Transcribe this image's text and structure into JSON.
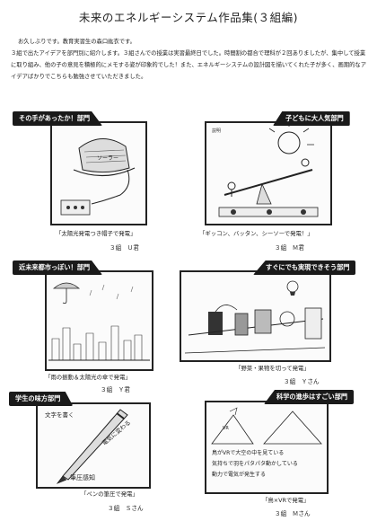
{
  "title": "未来のエネルギーシステム作品集(３組編)",
  "intro": {
    "line1": "お久しぶりです。教育実習生の森口紘衣です。",
    "line2": "３組で出たアイデアを部門別に紹介します。３組さんでの授業は実習最終日でした。時間割の都合で理科が２回ありましたが、集中して授業に取り組み、他の子の意見を積極的にメモする姿が印象的でした！また、エネルギーシステムの設計図を描いてくれた子が多く、画期的なアイデアばかりでこちらも勉強させていただきました。"
  },
  "works": [
    {
      "category": "その手があったか！部門",
      "caption": "「太陽光発電つき帽子で発電」",
      "credit": "３組　Ｕ君"
    },
    {
      "category": "子どもに大人気部門",
      "caption": "「ギッコン、バッタン、シーソーで発電！」",
      "credit": "３組　Ｍ君"
    },
    {
      "category": "近未来都市っぽい！部門",
      "caption": "「雨の振動＆太陽光の傘で発電」",
      "credit": "３組　Ｙ君"
    },
    {
      "category": "すぐにでも実現できそう部門",
      "caption": "「野菜・果物を切って発電」",
      "credit": "３組　Ｙさん"
    },
    {
      "category": "学生の味方部門",
      "caption": "「ペンの筆圧で発電」",
      "credit": "３組　Ｓさん"
    },
    {
      "category": "科学の進歩はすごい部門",
      "caption": "「鳥×VRで発電」",
      "credit": "３組　Ｍさん"
    }
  ],
  "drawing_text": {
    "hat_word": "ソーラー",
    "seesaw_label": "説明",
    "pen_left": "文字を書く",
    "pen_right": "電気に変わる",
    "pen_bottom": "筆圧感知",
    "vr_label": "VR",
    "vr_line1": "鳥がVRで大空の中を見ている",
    "vr_line2": "気持ちで羽をパタパタ動かしている",
    "vr_line3": "動力で電気が発生する"
  }
}
